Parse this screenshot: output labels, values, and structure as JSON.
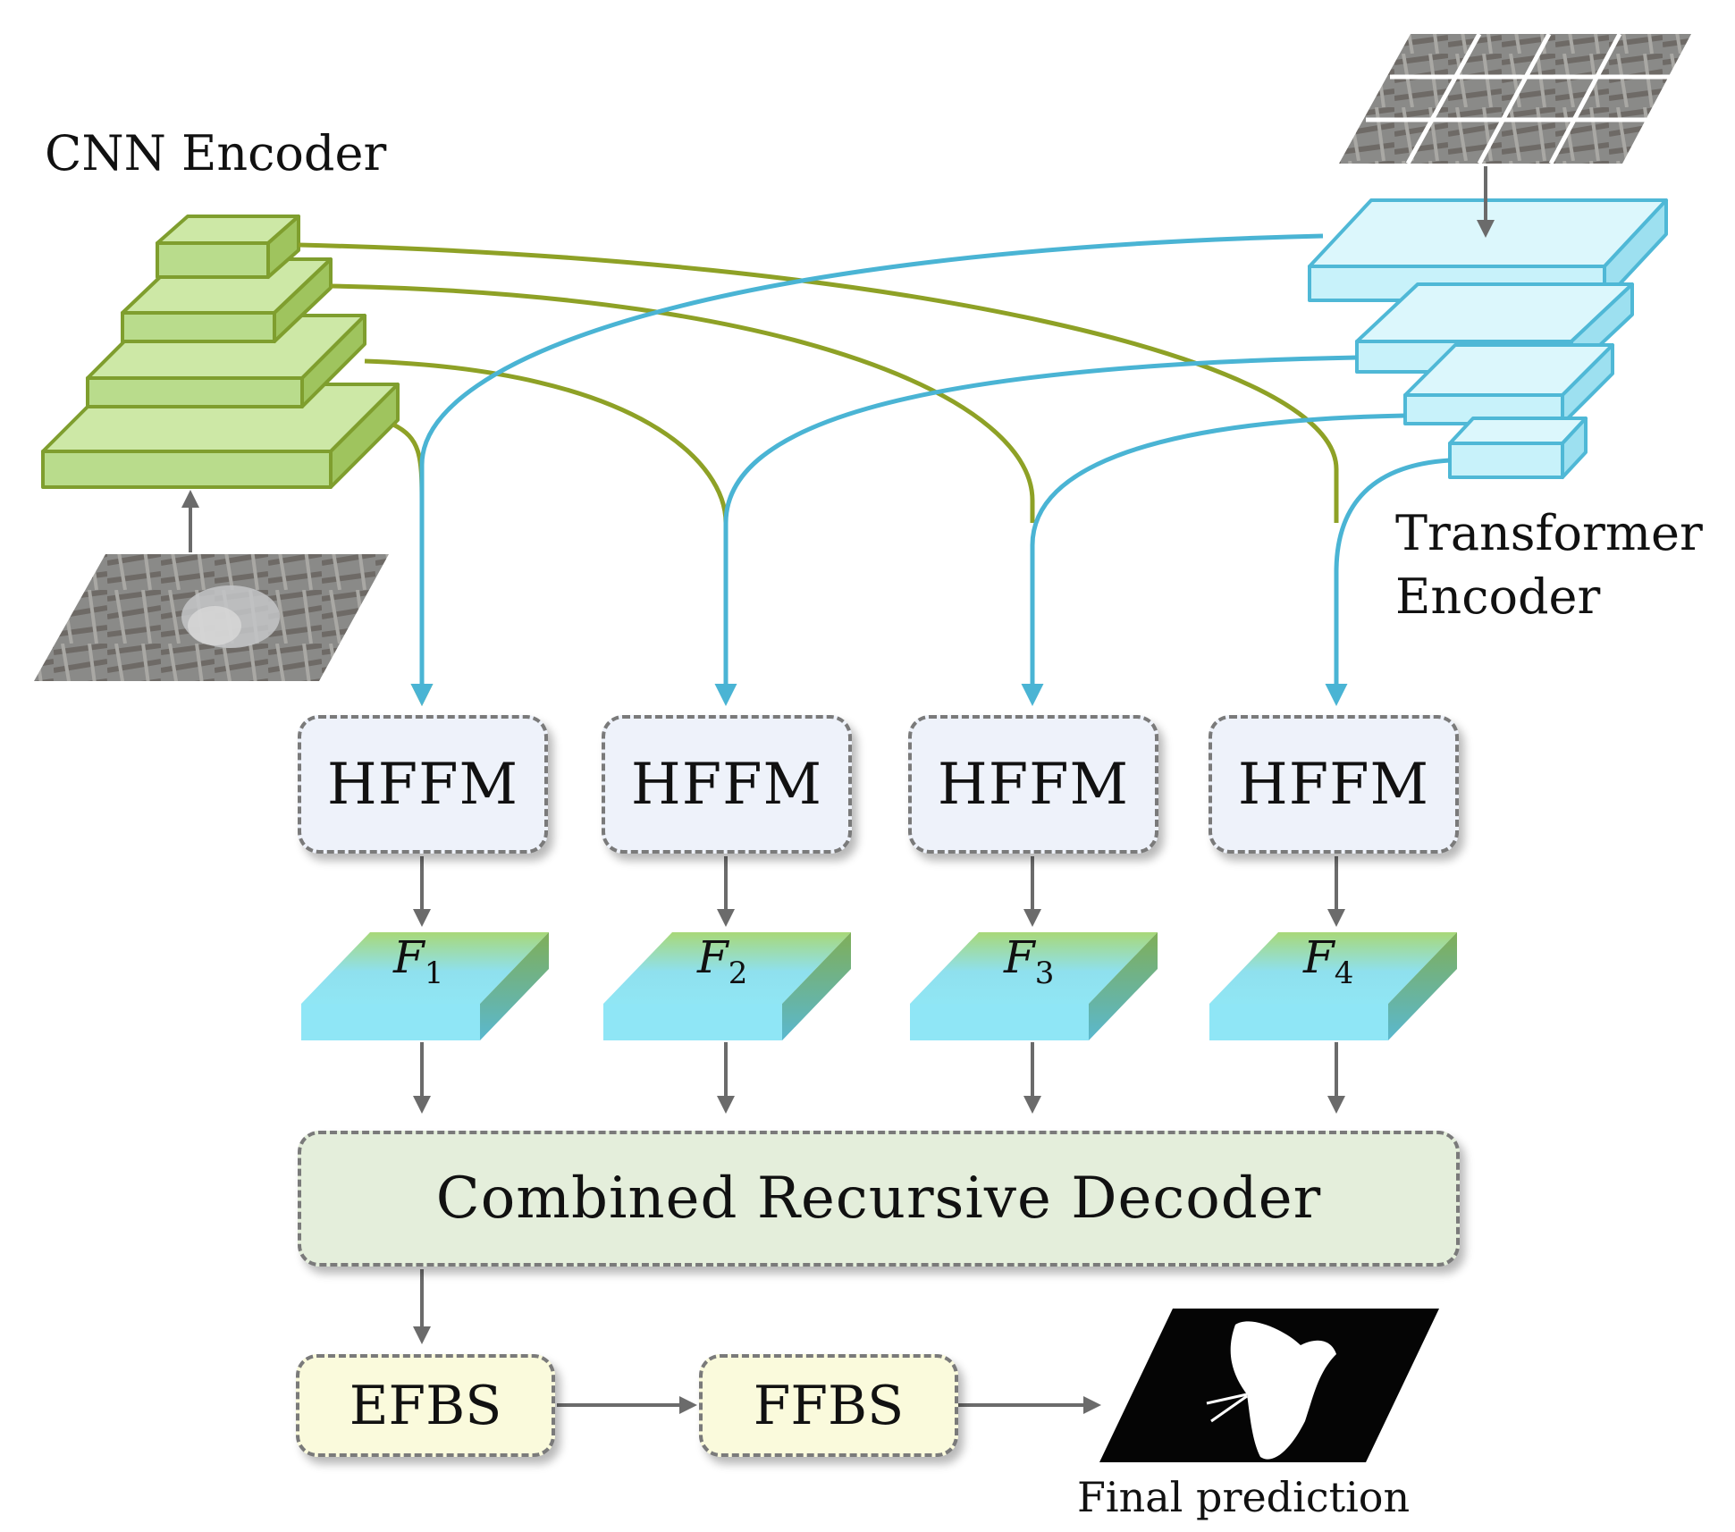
{
  "labels": {
    "cnn_encoder": "CNN Encoder",
    "transformer_encoder_line1": "Transformer",
    "transformer_encoder_line2": "Encoder",
    "final_prediction": "Final prediction"
  },
  "hffm_modules": [
    "HFFM",
    "HFFM",
    "HFFM",
    "HFFM"
  ],
  "features": [
    {
      "symbol": "F",
      "subscript": "1"
    },
    {
      "symbol": "F",
      "subscript": "2"
    },
    {
      "symbol": "F",
      "subscript": "3"
    },
    {
      "symbol": "F",
      "subscript": "4"
    }
  ],
  "decoder": "Combined Recursive Decoder",
  "efbs": "EFBS",
  "ffbs": "FFBS",
  "colors": {
    "cnn_green": "#b9dc8c",
    "cnn_edge": "#7f9e2e",
    "transformer_cyan": "#c8f2fa",
    "transformer_edge": "#4fb8d6",
    "green_connection": "#8ea126",
    "blue_connection": "#4ab4d4",
    "arrow_gray": "#6b6b6b"
  }
}
